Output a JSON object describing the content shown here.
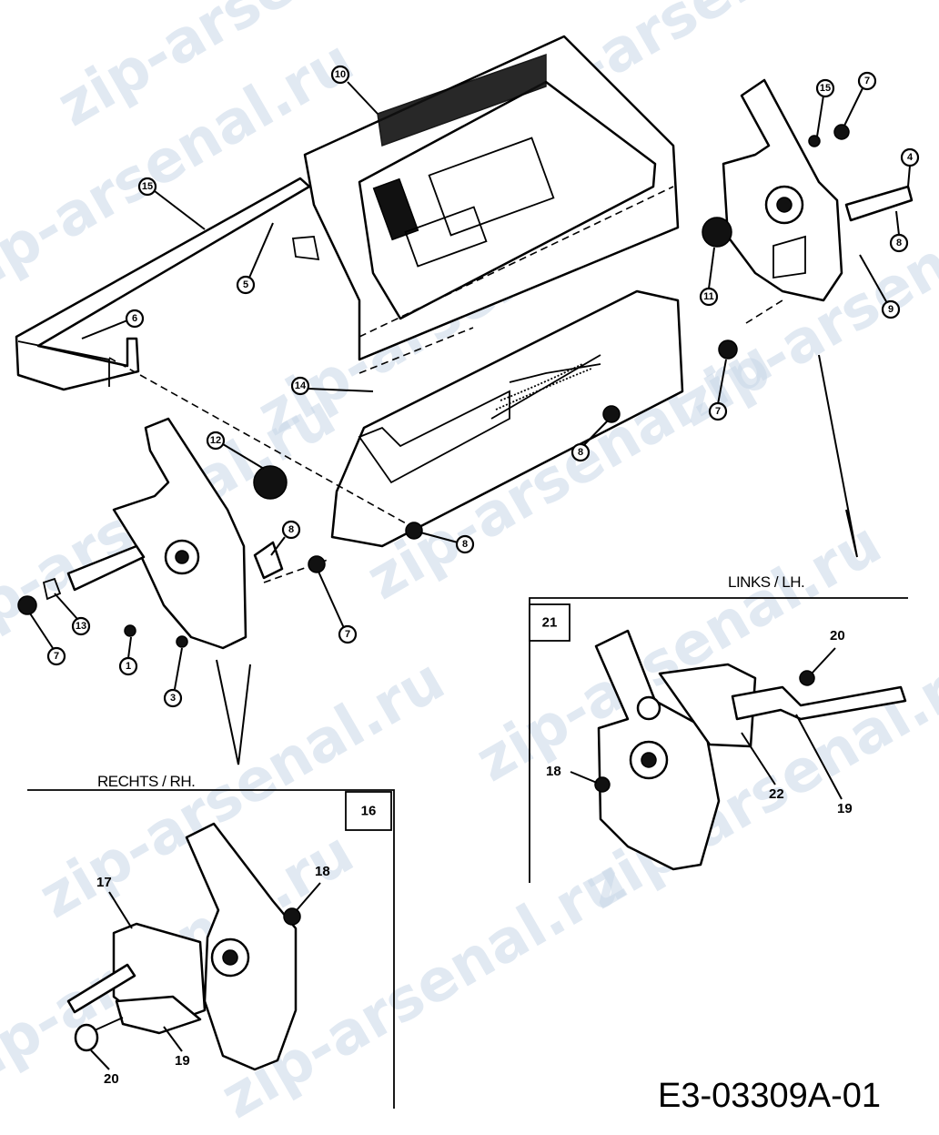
{
  "watermark": "zip-arsenal.ru",
  "callouts": {
    "handle_bar": "15",
    "console": "10",
    "bolt_left": "5",
    "bolt_handle": "6",
    "rod": "14",
    "spring_left": "12",
    "nut_center": "8",
    "nut_lower": "8",
    "bushing": "8",
    "nut_right_bracket": "7",
    "nut_far_left": "7",
    "bolt_rh": "13",
    "screw_rh": "1",
    "pin_rh": "3",
    "flange_top": "15",
    "nut_top_right": "7",
    "knob": "4",
    "lever_rh_side": "8",
    "bolt_right": "9",
    "spring_right": "11",
    "nut_right_low": "7"
  },
  "labels": {
    "links": "LINKS / LH.",
    "rechts": "RECHTS / RH."
  },
  "detail_boxes": {
    "rh": "16",
    "lh": "21"
  },
  "detail_parts_rh": [
    "17",
    "18",
    "19",
    "20"
  ],
  "detail_parts_lh": [
    "20",
    "18",
    "22",
    "19"
  ],
  "document_code": "E3-03309A-01"
}
